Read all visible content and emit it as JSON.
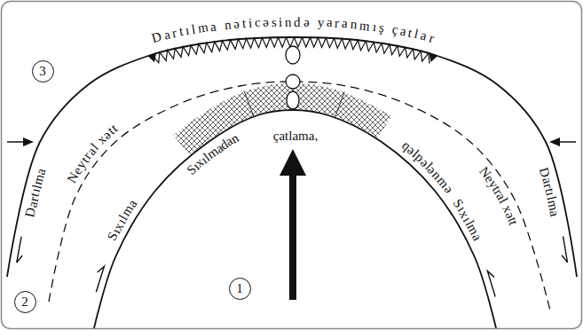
{
  "diagram": {
    "nodes": [
      {
        "text": [
          "3"
        ]
      },
      {
        "text": [
          "1"
        ]
      },
      {
        "text": [
          "2"
        ]
      }
    ],
    "labels": [
      "Dartılma nəticəsində yaranmış çatlar",
      "Dartılma",
      "Dartılma",
      "Neytral xətt",
      "Neytral xətt",
      "Sıxılmadan",
      "çatlama,",
      "qəlpələnmə",
      "Sıxılma",
      "Sıxılma"
    ]
  }
}
